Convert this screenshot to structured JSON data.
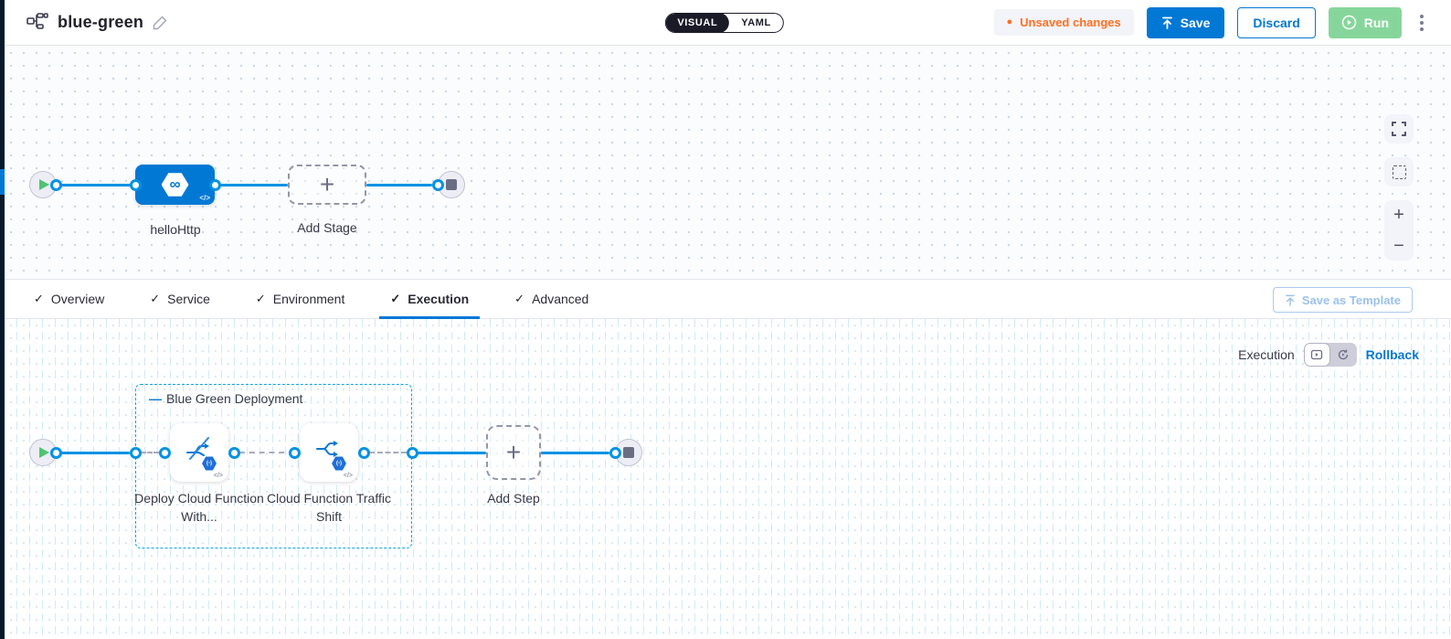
{
  "colors": {
    "primary_blue": "#0278D5",
    "connector_blue": "#0092E4",
    "navy": "#07182B",
    "toggle_dark": "#1B1B28",
    "unsaved_orange": "#FF7020",
    "run_green": "#86D69B",
    "text_dark": "#22222A",
    "text_gray": "#383946"
  },
  "icons": {
    "check": "✓",
    "dot": "●",
    "plus": "+",
    "minus": "−",
    "infinity": "∞",
    "code": "</>",
    "dash": "—",
    "badge_glyph": "(-)"
  },
  "header": {
    "title": "blue-green",
    "view_toggle": {
      "visual": "VISUAL",
      "yaml": "YAML",
      "active": "VISUAL"
    },
    "unsaved_label": "Unsaved changes",
    "save_label": "Save",
    "discard_label": "Discard",
    "run_label": "Run"
  },
  "stage_pipeline": {
    "stage_label": "helloHttp",
    "add_stage_label": "Add Stage"
  },
  "tabs": [
    {
      "label": "Overview",
      "checked": true
    },
    {
      "label": "Service",
      "checked": true
    },
    {
      "label": "Environment",
      "checked": true
    },
    {
      "label": "Execution",
      "checked": true,
      "active": true
    },
    {
      "label": "Advanced",
      "checked": true
    }
  ],
  "save_as_template_label": "Save as Template",
  "execution": {
    "mode_label": "Execution",
    "rollback_label": "Rollback",
    "group_label": "Blue Green Deployment",
    "step1_label": "Deploy Cloud Function With...",
    "step2_label": "Cloud Function Traffic Shift",
    "add_step_label": "Add Step"
  }
}
